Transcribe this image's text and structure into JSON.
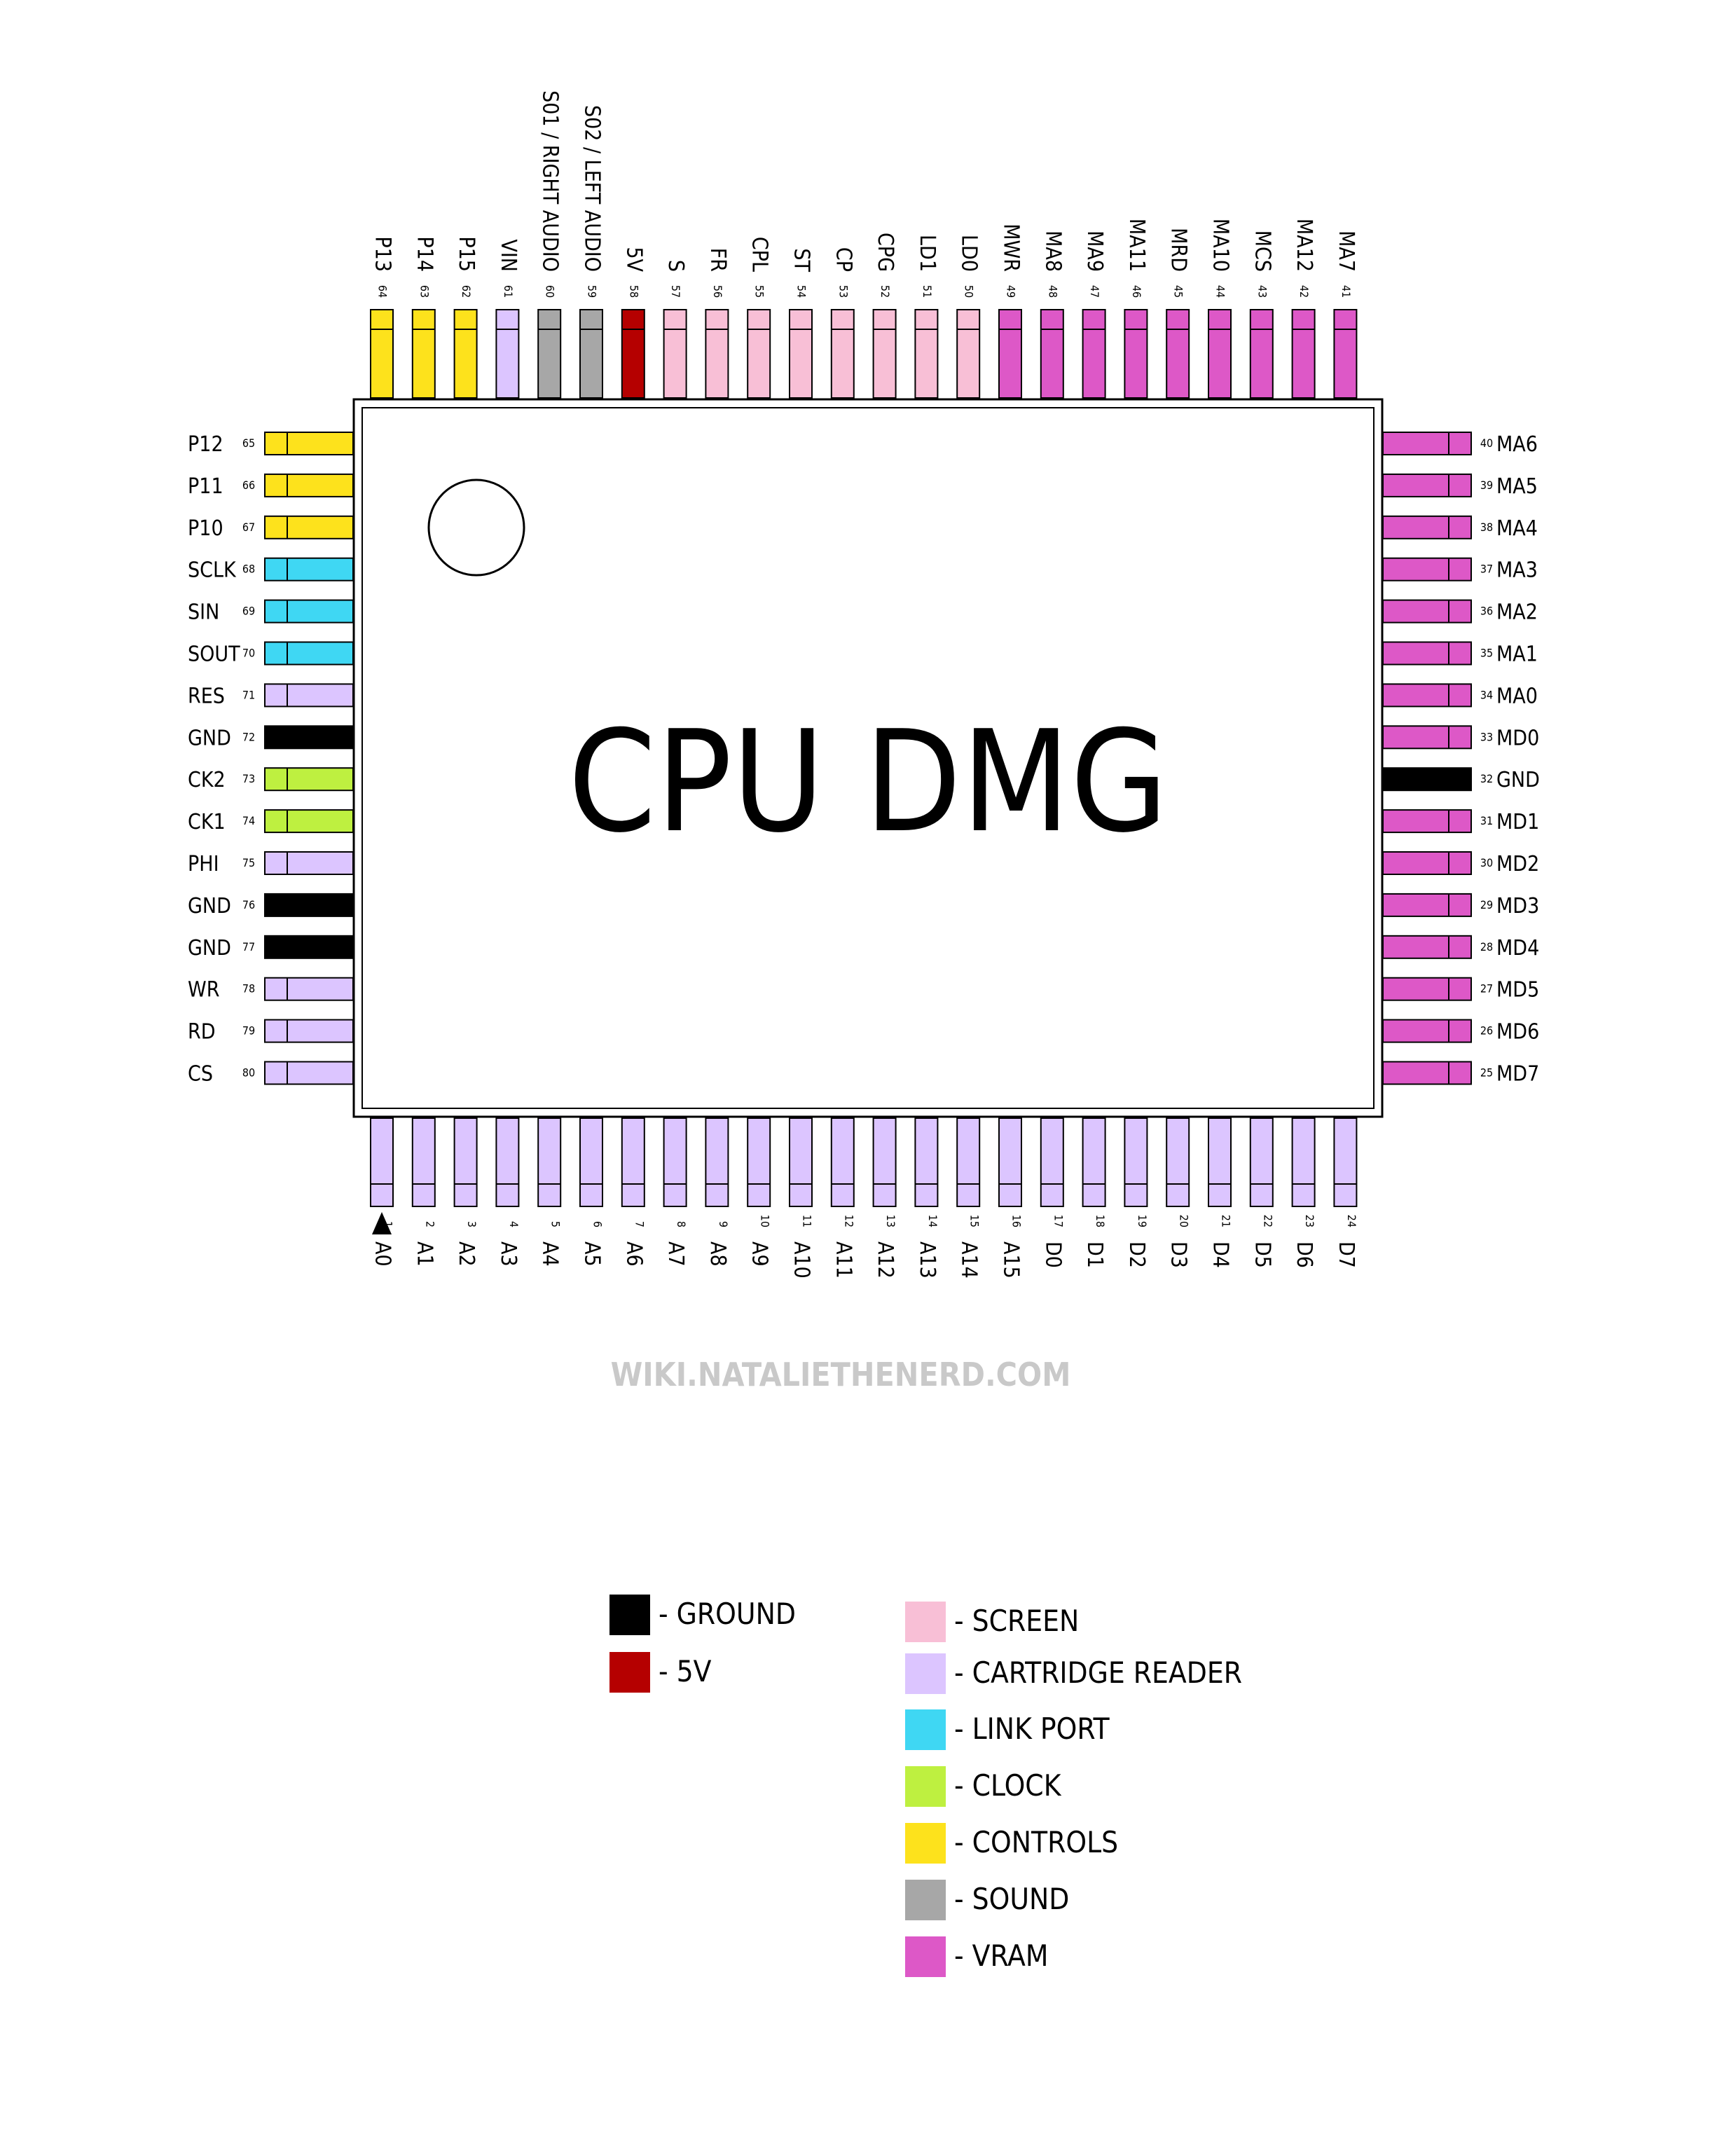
{
  "chip": {
    "label": "CPU DMG",
    "watermark": "WIKI.NATALIETHENERD.COM"
  },
  "colors": {
    "ground": "#000000",
    "fivev": "#b50000",
    "screen": "#f8bfd6",
    "cart": "#dcc5ff",
    "link": "#3fd7f3",
    "clock": "#bef040",
    "controls": "#fde21c",
    "sound": "#a7a7a7",
    "vram": "#dd58c7"
  },
  "pins": {
    "top": [
      {
        "num": "64",
        "name": "P13",
        "group": "controls"
      },
      {
        "num": "63",
        "name": "P14",
        "group": "controls"
      },
      {
        "num": "62",
        "name": "P15",
        "group": "controls"
      },
      {
        "num": "61",
        "name": "VIN",
        "group": "cart"
      },
      {
        "num": "60",
        "name": "S01 / RIGHT AUDIO",
        "group": "sound"
      },
      {
        "num": "59",
        "name": "S02 / LEFT AUDIO",
        "group": "sound"
      },
      {
        "num": "58",
        "name": "5V",
        "group": "fivev"
      },
      {
        "num": "57",
        "name": "S",
        "group": "screen"
      },
      {
        "num": "56",
        "name": "FR",
        "group": "screen"
      },
      {
        "num": "55",
        "name": "CPL",
        "group": "screen"
      },
      {
        "num": "54",
        "name": "ST",
        "group": "screen"
      },
      {
        "num": "53",
        "name": "CP",
        "group": "screen"
      },
      {
        "num": "52",
        "name": "CPG",
        "group": "screen"
      },
      {
        "num": "51",
        "name": "LD1",
        "group": "screen"
      },
      {
        "num": "50",
        "name": "LD0",
        "group": "screen"
      },
      {
        "num": "49",
        "name": "MWR",
        "group": "vram"
      },
      {
        "num": "48",
        "name": "MA8",
        "group": "vram"
      },
      {
        "num": "47",
        "name": "MA9",
        "group": "vram"
      },
      {
        "num": "46",
        "name": "MA11",
        "group": "vram"
      },
      {
        "num": "45",
        "name": "MRD",
        "group": "vram"
      },
      {
        "num": "44",
        "name": "MA10",
        "group": "vram"
      },
      {
        "num": "43",
        "name": "MCS",
        "group": "vram"
      },
      {
        "num": "42",
        "name": "MA12",
        "group": "vram"
      },
      {
        "num": "41",
        "name": "MA7",
        "group": "vram"
      }
    ],
    "bottom": [
      {
        "num": "1",
        "name": "A0",
        "group": "cart"
      },
      {
        "num": "2",
        "name": "A1",
        "group": "cart"
      },
      {
        "num": "3",
        "name": "A2",
        "group": "cart"
      },
      {
        "num": "4",
        "name": "A3",
        "group": "cart"
      },
      {
        "num": "5",
        "name": "A4",
        "group": "cart"
      },
      {
        "num": "6",
        "name": "A5",
        "group": "cart"
      },
      {
        "num": "7",
        "name": "A6",
        "group": "cart"
      },
      {
        "num": "8",
        "name": "A7",
        "group": "cart"
      },
      {
        "num": "9",
        "name": "A8",
        "group": "cart"
      },
      {
        "num": "10",
        "name": "A9",
        "group": "cart"
      },
      {
        "num": "11",
        "name": "A10",
        "group": "cart"
      },
      {
        "num": "12",
        "name": "A11",
        "group": "cart"
      },
      {
        "num": "13",
        "name": "A12",
        "group": "cart"
      },
      {
        "num": "14",
        "name": "A13",
        "group": "cart"
      },
      {
        "num": "15",
        "name": "A14",
        "group": "cart"
      },
      {
        "num": "16",
        "name": "A15",
        "group": "cart"
      },
      {
        "num": "17",
        "name": "D0",
        "group": "cart"
      },
      {
        "num": "18",
        "name": "D1",
        "group": "cart"
      },
      {
        "num": "19",
        "name": "D2",
        "group": "cart"
      },
      {
        "num": "20",
        "name": "D3",
        "group": "cart"
      },
      {
        "num": "21",
        "name": "D4",
        "group": "cart"
      },
      {
        "num": "22",
        "name": "D5",
        "group": "cart"
      },
      {
        "num": "23",
        "name": "D6",
        "group": "cart"
      },
      {
        "num": "24",
        "name": "D7",
        "group": "cart"
      }
    ],
    "left": [
      {
        "num": "65",
        "name": "P12",
        "group": "controls"
      },
      {
        "num": "66",
        "name": "P11",
        "group": "controls"
      },
      {
        "num": "67",
        "name": "P10",
        "group": "controls"
      },
      {
        "num": "68",
        "name": "SCLK",
        "group": "link"
      },
      {
        "num": "69",
        "name": "SIN",
        "group": "link"
      },
      {
        "num": "70",
        "name": "SOUT",
        "group": "link"
      },
      {
        "num": "71",
        "name": "RES",
        "group": "cart"
      },
      {
        "num": "72",
        "name": "GND",
        "group": "ground"
      },
      {
        "num": "73",
        "name": "CK2",
        "group": "clock"
      },
      {
        "num": "74",
        "name": "CK1",
        "group": "clock"
      },
      {
        "num": "75",
        "name": "PHI",
        "group": "cart"
      },
      {
        "num": "76",
        "name": "GND",
        "group": "ground"
      },
      {
        "num": "77",
        "name": "GND",
        "group": "ground"
      },
      {
        "num": "78",
        "name": "WR",
        "group": "cart"
      },
      {
        "num": "79",
        "name": "RD",
        "group": "cart"
      },
      {
        "num": "80",
        "name": "CS",
        "group": "cart"
      }
    ],
    "right": [
      {
        "num": "40",
        "name": "MA6",
        "group": "vram"
      },
      {
        "num": "39",
        "name": "MA5",
        "group": "vram"
      },
      {
        "num": "38",
        "name": "MA4",
        "group": "vram"
      },
      {
        "num": "37",
        "name": "MA3",
        "group": "vram"
      },
      {
        "num": "36",
        "name": "MA2",
        "group": "vram"
      },
      {
        "num": "35",
        "name": "MA1",
        "group": "vram"
      },
      {
        "num": "34",
        "name": "MA0",
        "group": "vram"
      },
      {
        "num": "33",
        "name": "MD0",
        "group": "vram"
      },
      {
        "num": "32",
        "name": "GND",
        "group": "ground"
      },
      {
        "num": "31",
        "name": "MD1",
        "group": "vram"
      },
      {
        "num": "30",
        "name": "MD2",
        "group": "vram"
      },
      {
        "num": "29",
        "name": "MD3",
        "group": "vram"
      },
      {
        "num": "28",
        "name": "MD4",
        "group": "vram"
      },
      {
        "num": "27",
        "name": "MD5",
        "group": "vram"
      },
      {
        "num": "26",
        "name": "MD6",
        "group": "vram"
      },
      {
        "num": "25",
        "name": "MD7",
        "group": "vram"
      }
    ]
  },
  "legend": {
    "left": [
      {
        "key": "ground",
        "label": "- GROUND"
      },
      {
        "key": "fivev",
        "label": "- 5V"
      }
    ],
    "right": [
      {
        "key": "screen",
        "label": "- SCREEN"
      },
      {
        "key": "cart",
        "label": "- CARTRIDGE READER"
      },
      {
        "key": "link",
        "label": "- LINK PORT"
      },
      {
        "key": "clock",
        "label": "- CLOCK"
      },
      {
        "key": "controls",
        "label": "- CONTROLS"
      },
      {
        "key": "sound",
        "label": "- SOUND"
      },
      {
        "key": "vram",
        "label": "- VRAM"
      }
    ]
  }
}
